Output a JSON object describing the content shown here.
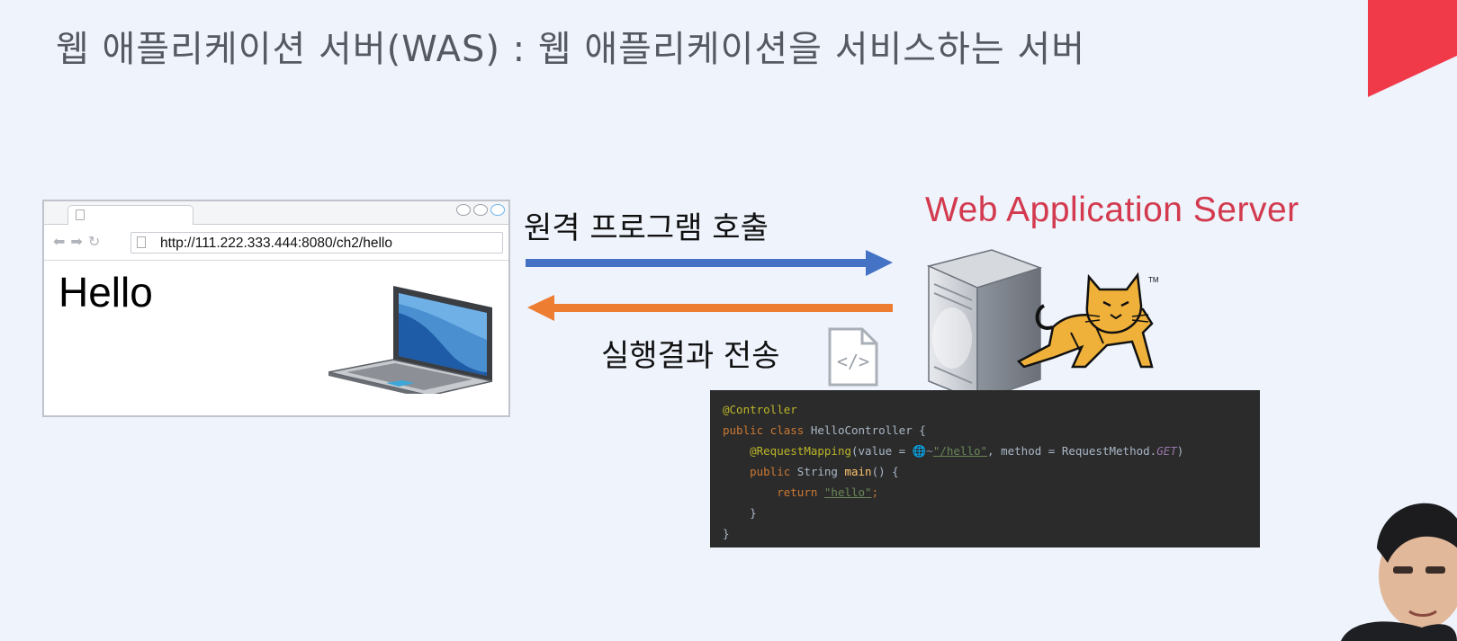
{
  "slide": {
    "title": "웹 애플리케이션 서버(WAS) : 웹 애플리케이션을 서비스하는 서버",
    "accent_color": "#f03a4a",
    "background": "#eef3fc"
  },
  "browser": {
    "url": "http://111.222.333.444:8080/ch2/hello",
    "page_text": "Hello",
    "icons": [
      "back-arrow-icon",
      "forward-arrow-icon",
      "reload-icon",
      "page-icon",
      "laptop-icon"
    ]
  },
  "flow": {
    "request_label": "원격 프로그램 호출",
    "request_arrow_color": "#4472c4",
    "response_label": "실행결과 전송",
    "response_arrow_color": "#ed7d31"
  },
  "server": {
    "title": "Web Application Server",
    "title_color": "#d33a4e",
    "icons": [
      "server-tower-icon",
      "tomcat-logo-icon",
      "code-file-icon"
    ]
  },
  "code": {
    "lines": {
      "l1": "@Controller",
      "l2_kw": "public class ",
      "l2_name": "HelloController {",
      "l3_ann": "@RequestMapping",
      "l3_a": "(value = ",
      "l3_globe": "🌐~",
      "l3_str": "\"/hello\"",
      "l3_b": ", method = RequestMethod.",
      "l3_get": "GET",
      "l3_c": ")",
      "l4_kw": "public ",
      "l4_type": "String ",
      "l4_fn": "main",
      "l4_rest": "() {",
      "l5_kw": "return ",
      "l5_str": "\"hello\"",
      "l5_end": ";",
      "l6": "}",
      "l7": "}"
    }
  }
}
